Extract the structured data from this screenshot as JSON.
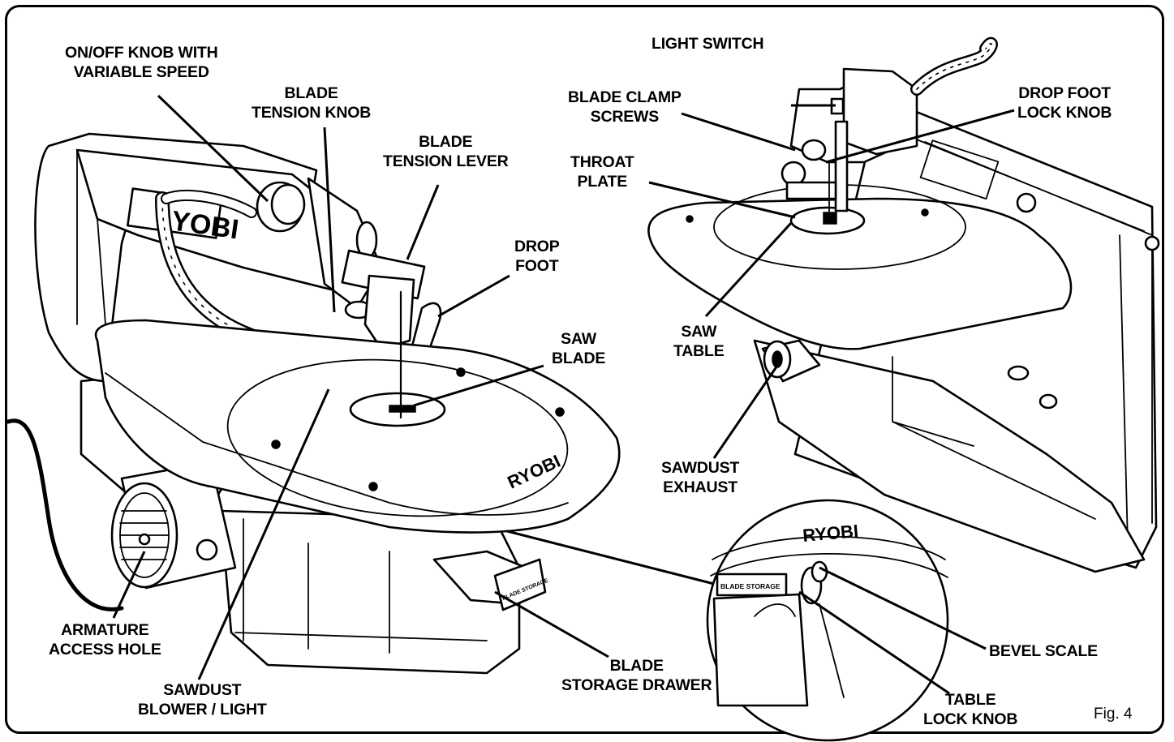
{
  "labels": {
    "on_off_knob": [
      "ON/OFF KNOB WITH",
      "VARIABLE SPEED"
    ],
    "blade_tension_knob": [
      "BLADE",
      "TENSION KNOB"
    ],
    "blade_tension_lever": [
      "BLADE",
      "TENSION LEVER"
    ],
    "drop_foot": [
      "DROP",
      "FOOT"
    ],
    "saw_blade": [
      "SAW",
      "BLADE"
    ],
    "light_switch": [
      "LIGHT SWITCH"
    ],
    "blade_clamp_screws": [
      "BLADE CLAMP",
      "SCREWS"
    ],
    "drop_foot_lock_knob": [
      "DROP FOOT",
      "LOCK KNOB"
    ],
    "throat_plate": [
      "THROAT",
      "PLATE"
    ],
    "saw_table": [
      "SAW",
      "TABLE"
    ],
    "sawdust_exhaust": [
      "SAWDUST",
      "EXHAUST"
    ],
    "armature_access_hole": [
      "ARMATURE",
      "ACCESS HOLE"
    ],
    "sawdust_blower_light": [
      "SAWDUST",
      "BLOWER / LIGHT"
    ],
    "blade_storage_drawer": [
      "BLADE",
      "STORAGE DRAWER"
    ],
    "bevel_scale": [
      "BEVEL SCALE"
    ],
    "table_lock_knob": [
      "TABLE",
      "LOCK KNOB"
    ]
  },
  "markings": {
    "brand_arm": "YOBI",
    "brand_table": "RYOBI",
    "brand_inset": "RYOBI",
    "drawer_tag": "BLADE STORAGE",
    "inset_tag": "BLADE STORAGE"
  },
  "figure_number": "Fig. 4"
}
